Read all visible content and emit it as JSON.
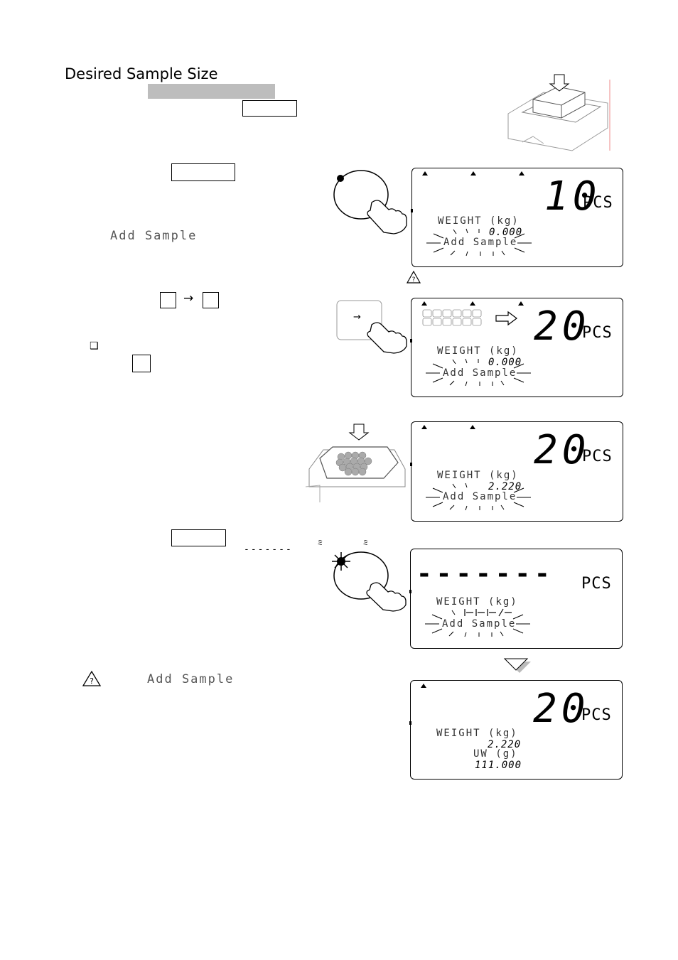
{
  "page": {
    "title": "Desired Sample Size"
  },
  "steps": {
    "add_sample_text": "Add Sample",
    "arrow_glyph": "→",
    "dashes_text": "-------",
    "checkbox_glyph": "❑",
    "warning_add_sample_text": "Add Sample"
  },
  "icons": {
    "arrow": "arrow-right-icon",
    "warning": "warning-triangle-icon",
    "checkbox": "checkbox-icon",
    "hand": "hand-pointer-icon"
  },
  "keypad_illustration": {
    "arrow": "→"
  },
  "displays": [
    {
      "count": "10",
      "unit": "PCS",
      "weight_label": "WEIGHT (kg)",
      "weight_value": "0.000",
      "add_sample": "Add Sample"
    },
    {
      "count": "20",
      "unit": "PCS",
      "weight_label": "WEIGHT (kg)",
      "weight_value": "0.000",
      "add_sample": "Add Sample"
    },
    {
      "count": "20",
      "unit": "PCS",
      "weight_label": "WEIGHT (kg)",
      "weight_value": "2.220",
      "add_sample": "Add Sample"
    },
    {
      "count": "-------",
      "unit": "PCS",
      "weight_label": "WEIGHT (kg)",
      "weight_value": "",
      "add_sample": "Add Sample"
    },
    {
      "count": "20",
      "unit": "PCS",
      "weight_label": "WEIGHT (kg)",
      "weight_value": "2.220",
      "uw_label": "UW (g)",
      "uw_value": "111.000"
    }
  ]
}
